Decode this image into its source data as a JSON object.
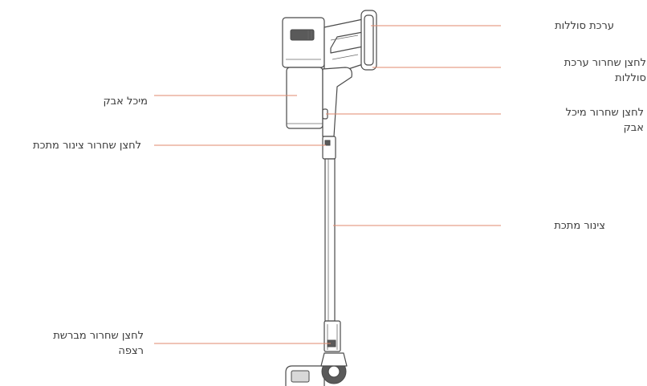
{
  "labels": {
    "battery_pack": "ערכת סוללות",
    "battery_release": [
      "לחצן שחרור ערכת",
      "סוללות"
    ],
    "dust_bin_release": [
      "לחצן שחרור מיכל",
      "אבק"
    ],
    "metal_tube": "צינור מתכת",
    "dust_bin": "מיכל אבק",
    "tube_release": "לחצן שחרור צינור מתכת",
    "floor_brush_release": [
      "לחצן שחרור מברשת",
      "רצפה"
    ]
  },
  "colors": {
    "leader_line": "#e08a6e",
    "outline": "#4a4a4a",
    "text": "#3a3a3a"
  }
}
